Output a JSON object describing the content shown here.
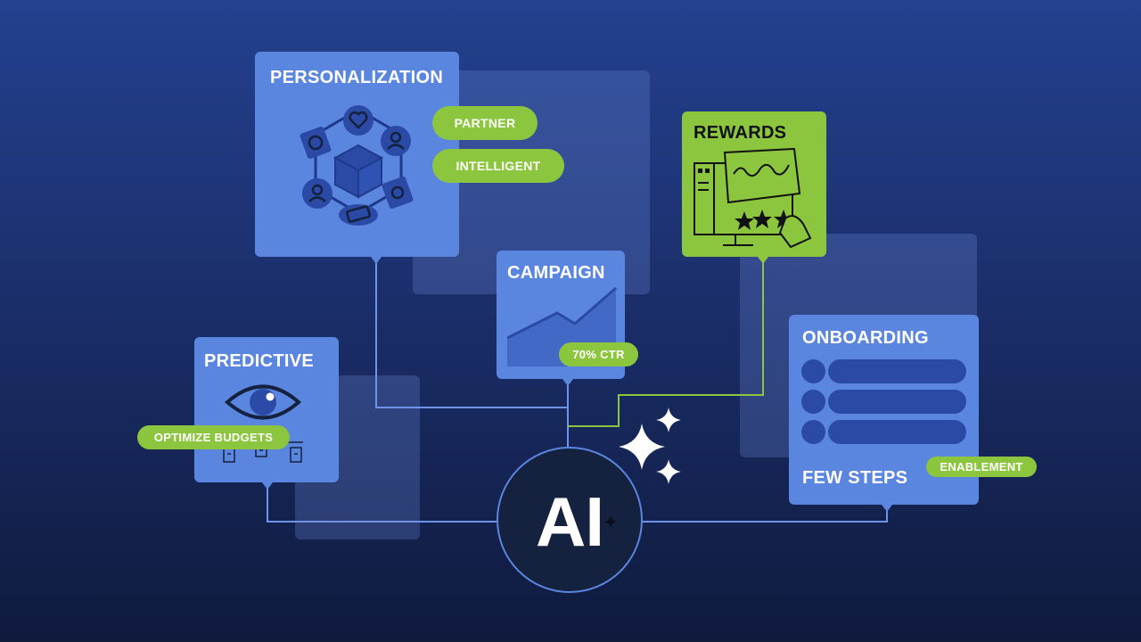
{
  "cards": {
    "personalization": {
      "title": "PERSONALIZATION",
      "tags": [
        "PARTNER",
        "INTELLIGENT"
      ]
    },
    "campaign": {
      "title": "CAMPAIGN",
      "tag": "70% CTR"
    },
    "rewards": {
      "title": "REWARDS"
    },
    "predictive": {
      "title": "PREDICTIVE",
      "tag": "OPTIMIZE BUDGETS"
    },
    "onboarding": {
      "title": "ONBOARDING",
      "subtitle": "FEW STEPS",
      "tag": "ENABLEMENT"
    }
  },
  "center": {
    "label": "AI"
  },
  "icons": [
    "network-box-icon",
    "area-chart-icon",
    "rating-stars-icon",
    "eye-icon",
    "checklist-icon",
    "sparkle-icon"
  ],
  "colors": {
    "background_top": "#24418f",
    "background_bottom": "#0f1a3d",
    "card": "#5b86df",
    "accent_green": "#8cc63f",
    "center_circle": "#14213f",
    "connector": "#6f93e6"
  }
}
